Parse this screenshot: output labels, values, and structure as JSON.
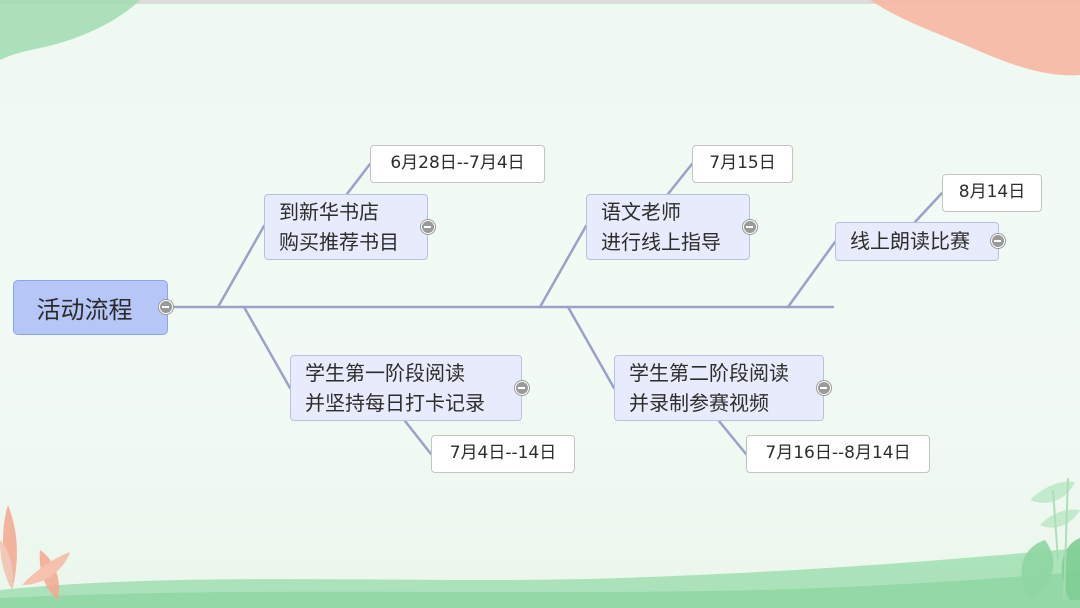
{
  "root": {
    "label": "活动流程"
  },
  "branches": [
    {
      "id": "b1",
      "lines": [
        "到新华书店",
        "购买推荐书目"
      ],
      "date": "6月28日--7月4日"
    },
    {
      "id": "b2",
      "lines": [
        "语文老师",
        "进行线上指导"
      ],
      "date": "7月15日"
    },
    {
      "id": "b3",
      "lines": [
        "线上朗读比赛"
      ],
      "date": "8月14日"
    },
    {
      "id": "b4",
      "lines": [
        "学生第一阶段阅读",
        "并坚持每日打卡记录"
      ],
      "date": "7月4日--14日"
    },
    {
      "id": "b5",
      "lines": [
        "学生第二阶段阅读",
        "并录制参赛视频"
      ],
      "date": "7月16日--8月14日"
    }
  ],
  "colors": {
    "root_fill": "#b6c6f7",
    "node_fill": "#e8ebfb",
    "connector": "#9aa2c8",
    "background": "#f2faf4"
  }
}
